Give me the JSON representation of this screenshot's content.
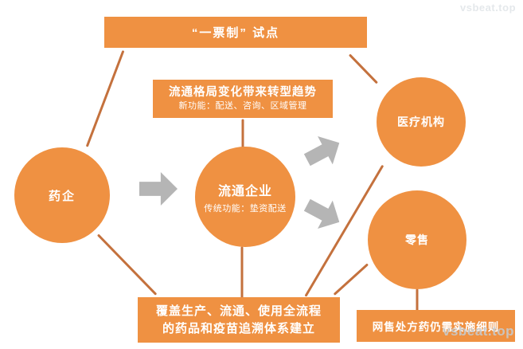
{
  "diagram": {
    "pilot_box": {
      "label": "“一票制” 试点"
    },
    "trend_box": {
      "title": "流通格局变化带来转型趋势",
      "subtitle": "新功能：配送、咨询、区域管理"
    },
    "pharma_circle": {
      "label": "药企"
    },
    "distribution_circle": {
      "title": "流通企业",
      "subtitle": "传统功能：垫资配送"
    },
    "medical_circle": {
      "label": "医疗机构"
    },
    "retail_circle": {
      "label": "零售"
    },
    "trace_box": {
      "line1": "覆盖生产、流通、使用全流程",
      "line2": "的药品和疫苗追溯体系建立"
    },
    "online_rx_box": {
      "label": "网售处方药仍需实施细则"
    }
  },
  "watermark": {
    "text": "vsbeat.top"
  },
  "colors": {
    "shape_orange": "#ef9142",
    "line_orange": "#c4713d",
    "arrow_gray": "#b5b5b5",
    "text_white": "#ffffff",
    "watermark_gray": "#c5cdd3"
  }
}
